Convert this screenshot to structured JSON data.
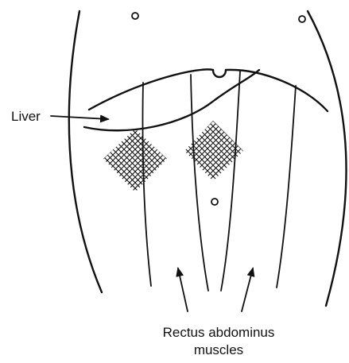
{
  "labels": {
    "liver": "Liver",
    "rectus_line1": "Rectus abdominus",
    "rectus_line2": "muscles"
  },
  "colors": {
    "ink": "#111111",
    "background": "#ffffff"
  }
}
